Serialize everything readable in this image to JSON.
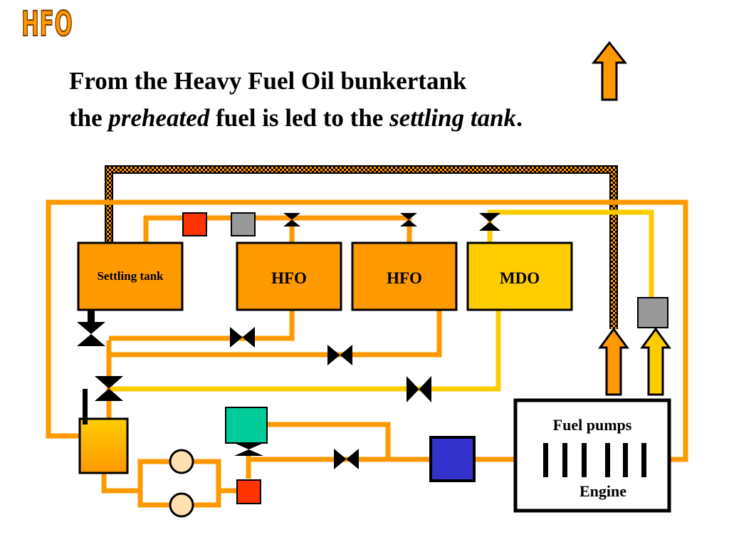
{
  "logo": "HFO",
  "heading": {
    "line1": "From the Heavy Fuel Oil bunkertank",
    "line2_pre": "the ",
    "line2_italic1": "preheated",
    "line2_mid": " fuel is led to the ",
    "line2_italic2": "settling tank",
    "line2_post": "."
  },
  "tanks": {
    "settling": "Settling tank",
    "hfo1": "HFO",
    "hfo2": "HFO",
    "mdo": "MDO"
  },
  "engine": {
    "pumps_label": "Fuel pumps",
    "label": "Engine"
  },
  "colors": {
    "hfo_pipe": "#ff9900",
    "mdo_pipe": "#ffcc00",
    "hfo_tank": "#ff9900",
    "mdo_tank": "#ffcc00",
    "sensor_red": "#ff3300",
    "sensor_gray": "#999999",
    "heater_green": "#00cc99",
    "filter_blue": "#3333cc",
    "outline": "#000000"
  }
}
